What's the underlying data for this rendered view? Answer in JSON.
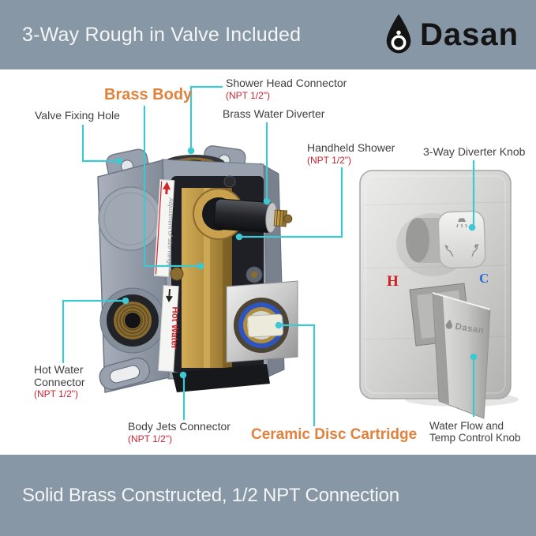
{
  "brand": {
    "name": "Dasan"
  },
  "top_banner": {
    "title": "3-Way Rough in Valve Included"
  },
  "bottom_banner": {
    "title": "Solid Brass Constructed, 1/2 NPT Connection"
  },
  "colors": {
    "banner_bg": "#8797a5",
    "leader_cyan": "#3dc8d2",
    "label_dark": "#3f3f3f",
    "npt_red": "#c92431",
    "accent_orange": "#e0813c",
    "hot_red": "#cc1e1c",
    "cold_blue": "#2e6ad6",
    "brass": "#b08c3e",
    "cartridge_blue": "#2e54c0"
  },
  "diagram": {
    "plate_brand": "Dasan",
    "hot_letter": "H",
    "cold_letter": "C",
    "strip_adjustment": "Adjustment of size range",
    "strip_hot_water": "Hot Water",
    "labels": {
      "shower_head": {
        "title": "Shower Head Connector",
        "sub": "(NPT 1/2\")"
      },
      "brass_body": {
        "title": "Brass Body"
      },
      "valve_fixing": {
        "title": "Valve Fixing Hole"
      },
      "brass_diverter": {
        "title": "Brass Water Diverter"
      },
      "handheld": {
        "title": "Handheld Shower",
        "sub": "(NPT 1/2\")"
      },
      "diverter_knob": {
        "title": "3-Way Diverter Knob"
      },
      "hot_water": {
        "line1": "Hot Water",
        "line2": "Connector",
        "sub": "(NPT 1/2\")"
      },
      "body_jets": {
        "title": "Body Jets Connector",
        "sub": "(NPT 1/2\")"
      },
      "ceramic": {
        "title": "Ceramic Disc Cartridge"
      },
      "water_flow": {
        "line1": "Water Flow and",
        "line2": "Temp Control Knob"
      }
    }
  }
}
